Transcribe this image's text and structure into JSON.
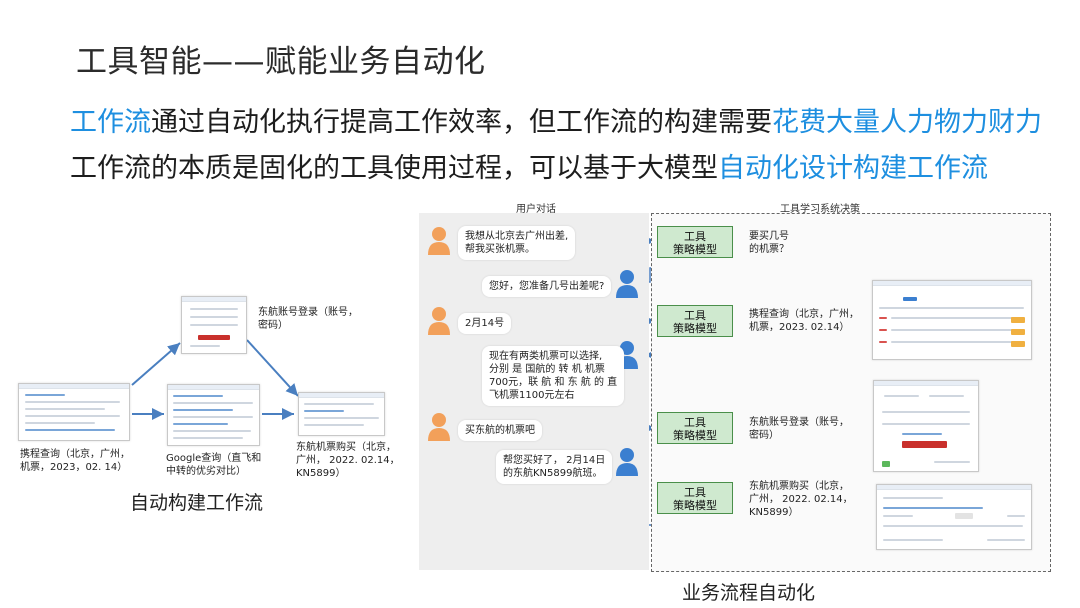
{
  "title": "工具智能——赋能业务自动化",
  "subtitle1": {
    "part1": "工作流",
    "part2": "通过自动化执行提高工作效率，但工作流的构建需要",
    "part3": "花费大量人力物力财力"
  },
  "subtitle2": {
    "part1": "工作流的本质是固化的工具使用过程，可以基于大模型",
    "part2": "自动化设计构建工作流"
  },
  "left_workflow": {
    "caption": "自动构建工作流",
    "nodes": [
      {
        "label_l1": "携程查询（北京，广州，",
        "label_l2": "机票，2023，02. 14）"
      },
      {
        "label_l1": "东航账号登录（账号，",
        "label_l2": "密码）"
      },
      {
        "label_l1": "Google查询（直飞和",
        "label_l2": "中转的优劣对比）"
      },
      {
        "label_l1": "东航机票购买（北京，",
        "label_l2": "广州， 2022. 02.14，",
        "label_l3": "KN5899）"
      }
    ]
  },
  "right_panel": {
    "user_header": "用户对话",
    "system_header": "工具学习系统决策",
    "caption": "业务流程自动化",
    "model_label_l1": "工具",
    "model_label_l2": "策略模型",
    "dialog": [
      {
        "l1": "我想从北京去广州出差,",
        "l2": "帮我买张机票。"
      },
      {
        "l1": "您好，您准备几号出差呢?"
      },
      {
        "l1": "2月14号"
      },
      {
        "l1": "现在有两类机票可以选择,",
        "l2": "分别 是 国航的 转 机 机票",
        "l3": "700元，联 航 和 东 航 的 直",
        "l4": "飞机票1100元左右"
      },
      {
        "l1": "买东航的机票吧"
      },
      {
        "l1": "帮您买好了，  2月14日",
        "l2": "的东航KN5899航班。"
      }
    ],
    "outputs": [
      {
        "l1": "要买几号",
        "l2": "的机票？"
      },
      {
        "l1": "携程查询（北京，广州，",
        "l2": "机票，2023. 02.14）"
      },
      {
        "l1": "东航账号登录（账号，",
        "l2": "密码）"
      },
      {
        "l1": "东航机票购买（北京，",
        "l2": "广州， 2022. 02.14，",
        "l3": "KN5899）"
      }
    ]
  },
  "colors": {
    "accent_blue": "#1e8fe0",
    "user_orange": "#f2a05a",
    "agent_blue": "#3b7fd0",
    "model_green": "#cfe9cf",
    "arrow_blue": "#4a7fc0"
  }
}
